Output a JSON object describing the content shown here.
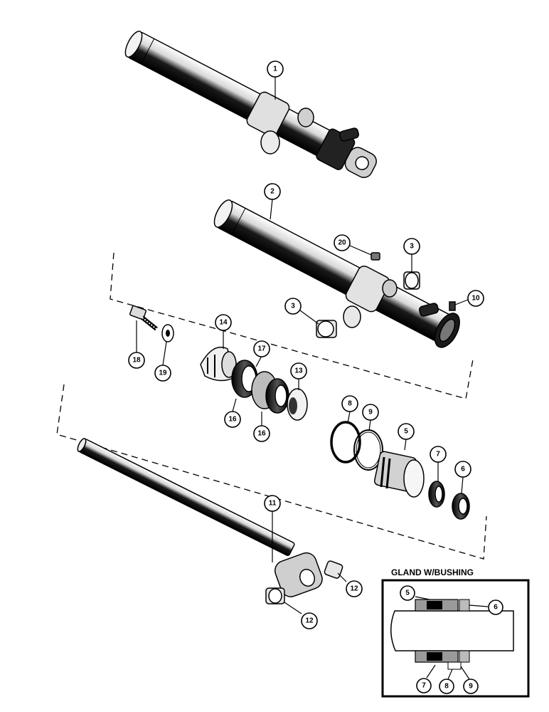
{
  "inset": {
    "title": "GLAND W/BUSHING"
  },
  "callouts": {
    "c1": "1",
    "c2": "2",
    "c3a": "3",
    "c3b": "3",
    "c20": "20",
    "c10": "10",
    "c14": "14",
    "c17": "17",
    "c13": "13",
    "c16a": "16",
    "c16b": "16",
    "c18": "18",
    "c19": "19",
    "c8": "8",
    "c9": "9",
    "c5": "5",
    "c7": "7",
    "c6": "6",
    "c11": "11",
    "c12a": "12",
    "c12b": "12",
    "i5": "5",
    "i6": "6",
    "i7": "7",
    "i8": "8",
    "i9": "9"
  }
}
